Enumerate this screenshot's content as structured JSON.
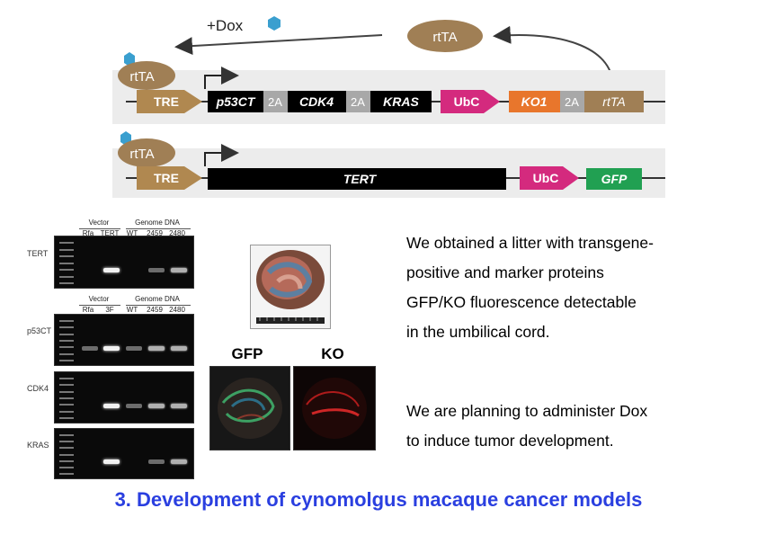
{
  "construct": {
    "dox_label": "+Dox",
    "rtta_free": "rtTA",
    "row1": {
      "rtta": "rtTA",
      "tre": "TRE",
      "p53ct": "p53CT",
      "twoA_1": "2A",
      "cdk4": "CDK4",
      "twoA_2": "2A",
      "kras": "KRAS",
      "ubc": "UbC",
      "ko1": "KO1",
      "twoA_3": "2A",
      "rtta_gene": "rtTA"
    },
    "row2": {
      "rtta": "rtTA",
      "tre": "TRE",
      "tert": "TERT",
      "ubc": "UbC",
      "gfp": "GFP"
    },
    "colors": {
      "tre": "#b08850",
      "rtta_oval": "#a07f55",
      "ubc": "#d42a7e",
      "ko1": "#e8762c",
      "twoA": "#a8a8a8",
      "gfp": "#21a052",
      "dox": "#3a9fcf",
      "gene_block": "#000000"
    }
  },
  "gel": {
    "group1": {
      "vector_hdr": "Vector",
      "genome_hdr": "Genome DNA",
      "lanes": [
        "Rfa",
        "TERT",
        "WT",
        "2459",
        "2480"
      ]
    },
    "group2": {
      "vector_hdr": "Vector",
      "genome_hdr": "Genome DNA",
      "lanes": [
        "Rfa",
        "3F",
        "WT",
        "2459",
        "2480"
      ]
    },
    "rows": [
      {
        "label": "TERT",
        "bands": [
          0,
          1,
          0,
          0.3,
          0.5
        ]
      },
      {
        "label": "p53CT",
        "bands": [
          0.3,
          1,
          0.3,
          0.7,
          0.9
        ]
      },
      {
        "label": "CDK4",
        "bands": [
          0,
          1,
          0.3,
          0.7,
          0.9
        ]
      },
      {
        "label": "KRAS",
        "bands": [
          0,
          1,
          0,
          0.3,
          0.5
        ]
      }
    ]
  },
  "fluorescence": {
    "gfp_label": "GFP",
    "ko_label": "KO"
  },
  "text": {
    "para1": [
      "We obtained a litter with transgene-",
      "positive and marker proteins",
      "GFP/KO fluorescence detectable",
      "in the umbilical cord."
    ],
    "para2": [
      "We are planning to administer Dox",
      "to induce tumor development."
    ]
  },
  "title": "3. Development of cynomolgus macaque cancer models"
}
